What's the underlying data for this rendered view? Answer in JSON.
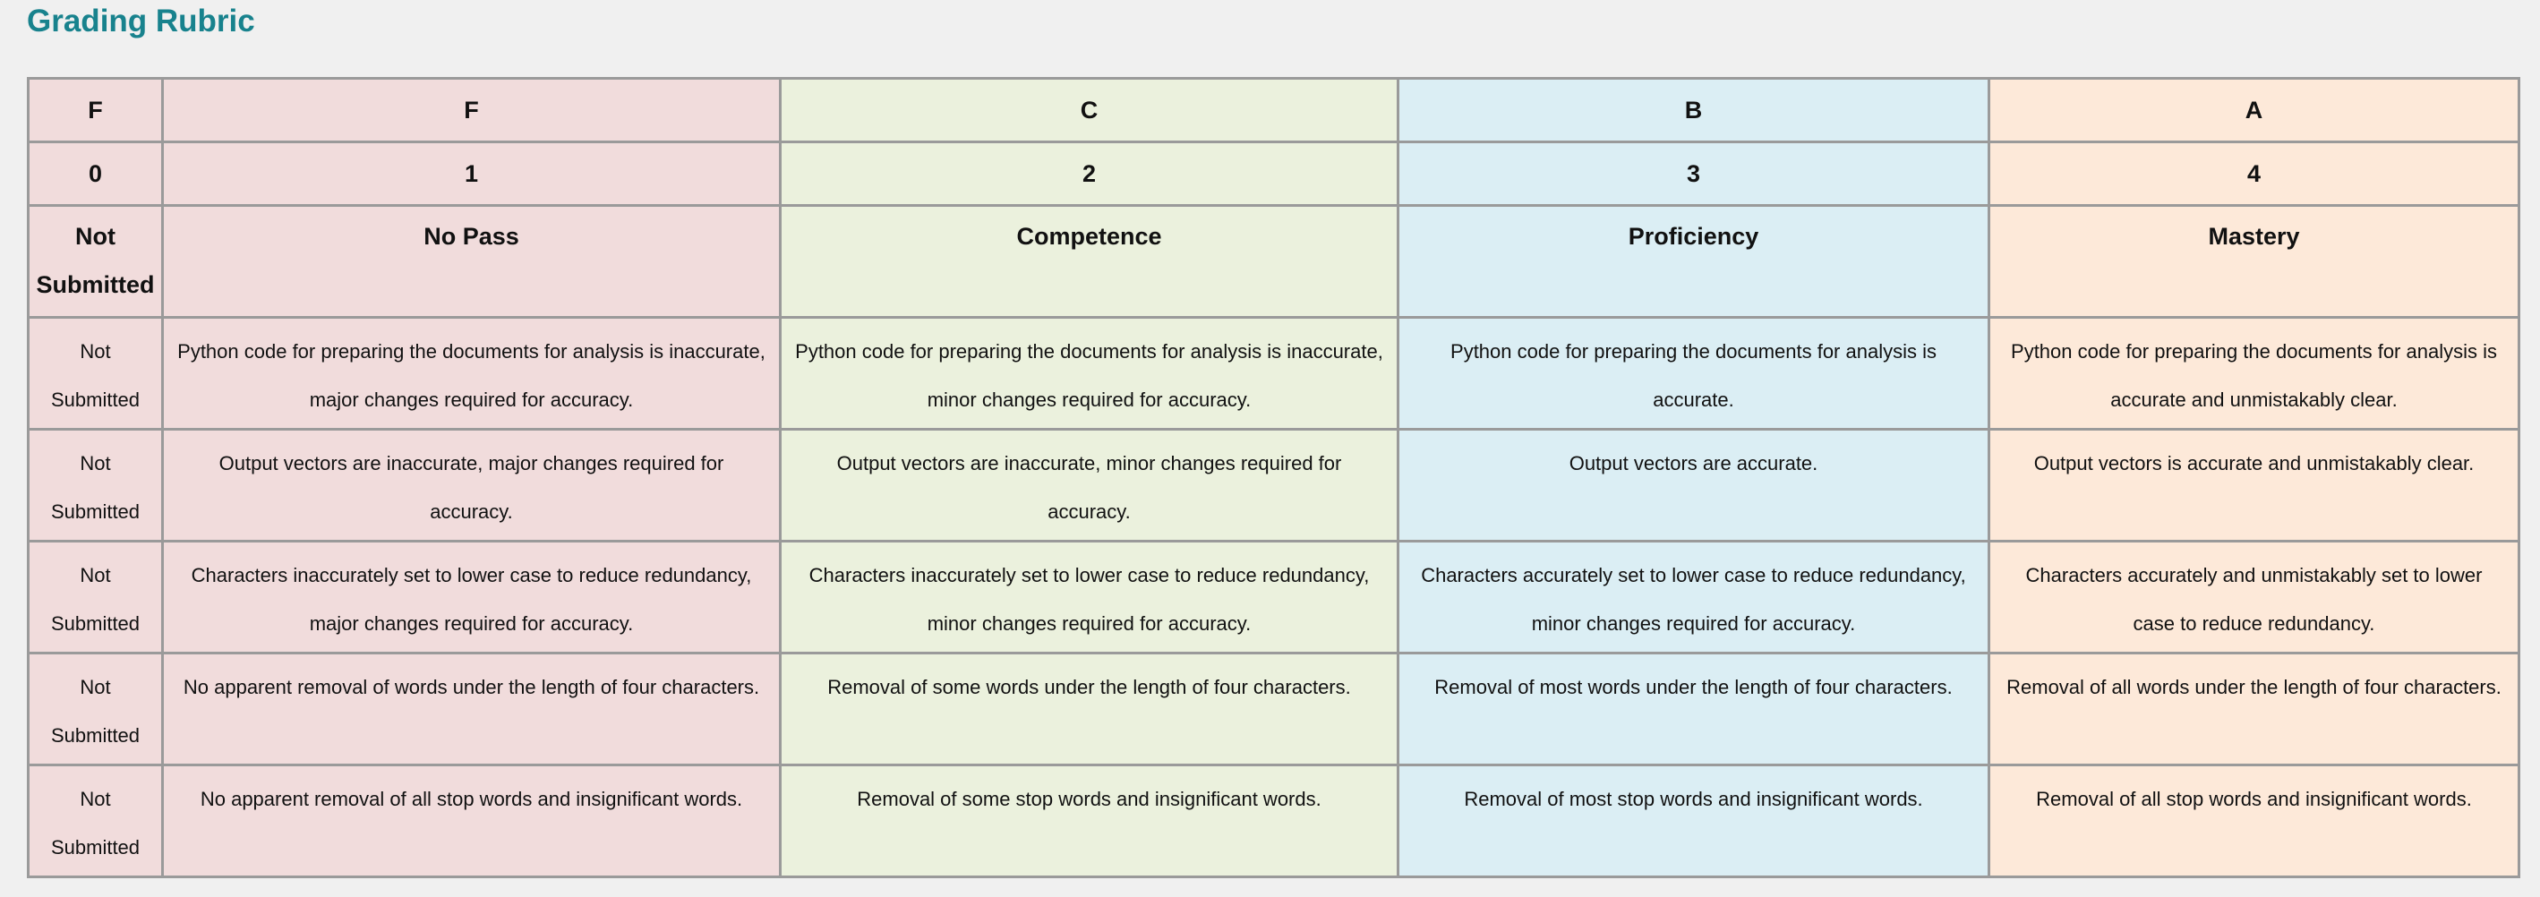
{
  "title": "Grading Rubric",
  "colors": {
    "title": "#18828d",
    "grid": "#9a9a9a",
    "col_F": "#f1dcdc",
    "col_C": "#ebf1dd",
    "col_B": "#dbeef4",
    "col_A": "#fde9d9"
  },
  "header": {
    "letters": [
      "F",
      "F",
      "C",
      "B",
      "A"
    ],
    "scores": [
      "0",
      "1",
      "2",
      "3",
      "4"
    ],
    "names": [
      "Not Submitted",
      "No Pass",
      "Competence",
      "Proficiency",
      "Mastery"
    ]
  },
  "criteria": [
    {
      "cells": [
        "Not Submitted",
        "Python code for preparing the documents for analysis is inaccurate, major changes required for accuracy.",
        "Python code for preparing the documents for analysis is inaccurate, minor changes required for accuracy.",
        "Python code for preparing the documents for analysis is accurate.",
        "Python code for preparing the documents for analysis is accurate and unmistakably clear."
      ]
    },
    {
      "cells": [
        "Not Submitted",
        "Output vectors are inaccurate, major changes required for accuracy.",
        "Output vectors are inaccurate, minor changes required for accuracy.",
        "Output vectors are accurate.",
        "Output vectors is accurate and unmistakably clear."
      ]
    },
    {
      "cells": [
        "Not Submitted",
        "Characters inaccurately set to lower case to reduce redundancy, major changes required for accuracy.",
        "Characters inaccurately set to lower case to reduce redundancy, minor changes required for accuracy.",
        "Characters accurately set to lower case to reduce redundancy, minor changes required for accuracy.",
        "Characters accurately and unmistakably set to lower case to reduce redundancy."
      ]
    },
    {
      "cells": [
        "Not Submitted",
        "No apparent removal of words under the length of four characters.",
        "Removal of some words under the length of four characters.",
        "Removal of most words under the length of four characters.",
        "Removal of all words under the length of four characters."
      ]
    },
    {
      "cells": [
        "Not Submitted",
        "No apparent removal of all stop words and insignificant words.",
        "Removal of some stop words and insignificant words.",
        "Removal of most stop words and insignificant words.",
        "Removal of all stop words and insignificant words."
      ]
    }
  ]
}
